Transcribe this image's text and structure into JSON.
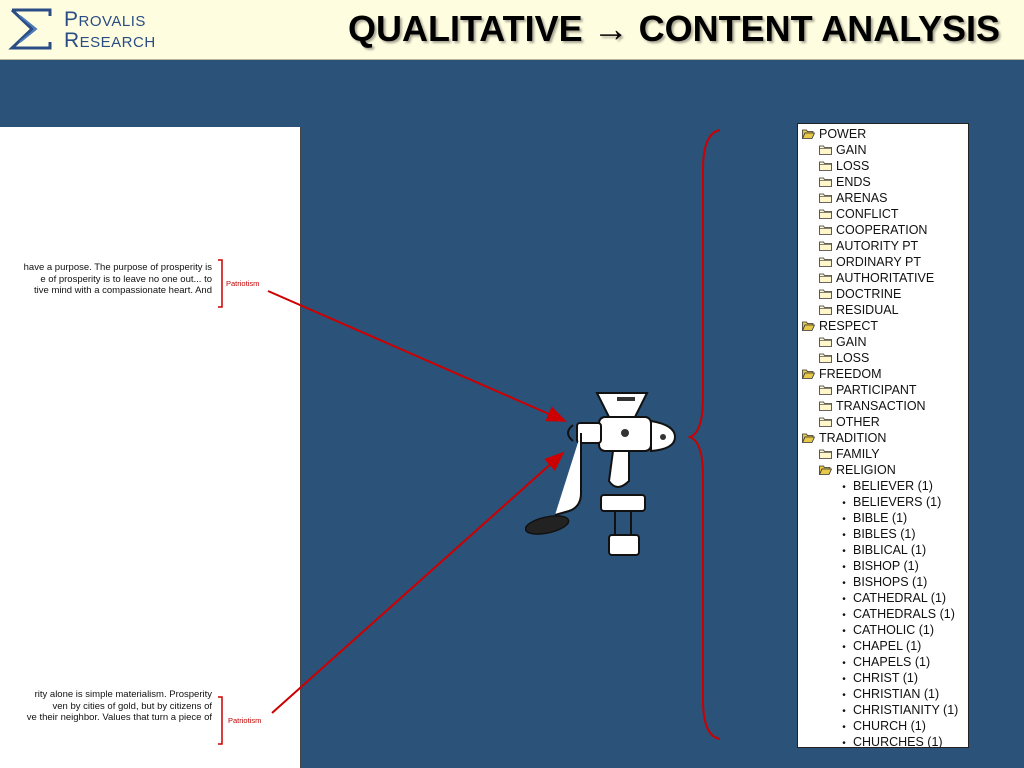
{
  "header": {
    "logo_line1": "Provalis",
    "logo_line2": "Research",
    "title": "QUALITATIVE → CONTENT ANALYSIS"
  },
  "document": {
    "snippet_top": [
      "have a purpose. The purpose of prosperity is",
      "e of prosperity is to leave no one out... to",
      "tive mind with a compassionate heart. And"
    ],
    "snippet_bottom": [
      "rity alone is simple materialism. Prosperity",
      "ven by cities of gold, but by citizens of",
      "ve their neighbor. Values that turn a piece of"
    ],
    "code_top": "Patriotism",
    "code_bottom": "Patriotism"
  },
  "colors": {
    "background": "#2b5278",
    "header_bg": "#fffde0",
    "logo": "#2a4d86",
    "arrow": "#cc0000",
    "folder": "#e8c84a"
  },
  "tree": [
    {
      "label": "POWER",
      "level": 0,
      "icon": "folder-open-icon"
    },
    {
      "label": "GAIN",
      "level": 1,
      "icon": "folder-icon"
    },
    {
      "label": "LOSS",
      "level": 1,
      "icon": "folder-icon"
    },
    {
      "label": "ENDS",
      "level": 1,
      "icon": "folder-icon"
    },
    {
      "label": "ARENAS",
      "level": 1,
      "icon": "folder-icon"
    },
    {
      "label": "CONFLICT",
      "level": 1,
      "icon": "folder-icon"
    },
    {
      "label": "COOPERATION",
      "level": 1,
      "icon": "folder-icon"
    },
    {
      "label": "AUTORITY PT",
      "level": 1,
      "icon": "folder-icon"
    },
    {
      "label": "ORDINARY PT",
      "level": 1,
      "icon": "folder-icon"
    },
    {
      "label": "AUTHORITATIVE",
      "level": 1,
      "icon": "folder-icon"
    },
    {
      "label": "DOCTRINE",
      "level": 1,
      "icon": "folder-icon"
    },
    {
      "label": "RESIDUAL",
      "level": 1,
      "icon": "folder-icon"
    },
    {
      "label": "RESPECT",
      "level": 0,
      "icon": "folder-open-icon"
    },
    {
      "label": "GAIN",
      "level": 1,
      "icon": "folder-icon"
    },
    {
      "label": "LOSS",
      "level": 1,
      "icon": "folder-icon"
    },
    {
      "label": "FREEDOM",
      "level": 0,
      "icon": "folder-open-icon"
    },
    {
      "label": "PARTICIPANT",
      "level": 1,
      "icon": "folder-icon"
    },
    {
      "label": "TRANSACTION",
      "level": 1,
      "icon": "folder-icon"
    },
    {
      "label": "OTHER",
      "level": 1,
      "icon": "folder-icon"
    },
    {
      "label": "TRADITION",
      "level": 0,
      "icon": "folder-open-icon"
    },
    {
      "label": "FAMILY",
      "level": 1,
      "icon": "folder-icon"
    },
    {
      "label": "RELIGION",
      "level": 1,
      "icon": "folder-open-icon"
    },
    {
      "label": "BELIEVER (1)",
      "level": 2,
      "icon": "bullet-icon"
    },
    {
      "label": "BELIEVERS (1)",
      "level": 2,
      "icon": "bullet-icon"
    },
    {
      "label": "BIBLE (1)",
      "level": 2,
      "icon": "bullet-icon"
    },
    {
      "label": "BIBLES (1)",
      "level": 2,
      "icon": "bullet-icon"
    },
    {
      "label": "BIBLICAL (1)",
      "level": 2,
      "icon": "bullet-icon"
    },
    {
      "label": "BISHOP (1)",
      "level": 2,
      "icon": "bullet-icon"
    },
    {
      "label": "BISHOPS (1)",
      "level": 2,
      "icon": "bullet-icon"
    },
    {
      "label": "CATHEDRAL (1)",
      "level": 2,
      "icon": "bullet-icon"
    },
    {
      "label": "CATHEDRALS (1)",
      "level": 2,
      "icon": "bullet-icon"
    },
    {
      "label": "CATHOLIC (1)",
      "level": 2,
      "icon": "bullet-icon"
    },
    {
      "label": "CHAPEL (1)",
      "level": 2,
      "icon": "bullet-icon"
    },
    {
      "label": "CHAPELS (1)",
      "level": 2,
      "icon": "bullet-icon"
    },
    {
      "label": "CHRIST (1)",
      "level": 2,
      "icon": "bullet-icon"
    },
    {
      "label": "CHRISTIAN (1)",
      "level": 2,
      "icon": "bullet-icon"
    },
    {
      "label": "CHRISTIANITY (1)",
      "level": 2,
      "icon": "bullet-icon"
    },
    {
      "label": "CHURCH (1)",
      "level": 2,
      "icon": "bullet-icon"
    },
    {
      "label": "CHURCHES (1)",
      "level": 2,
      "icon": "bullet-icon"
    }
  ]
}
